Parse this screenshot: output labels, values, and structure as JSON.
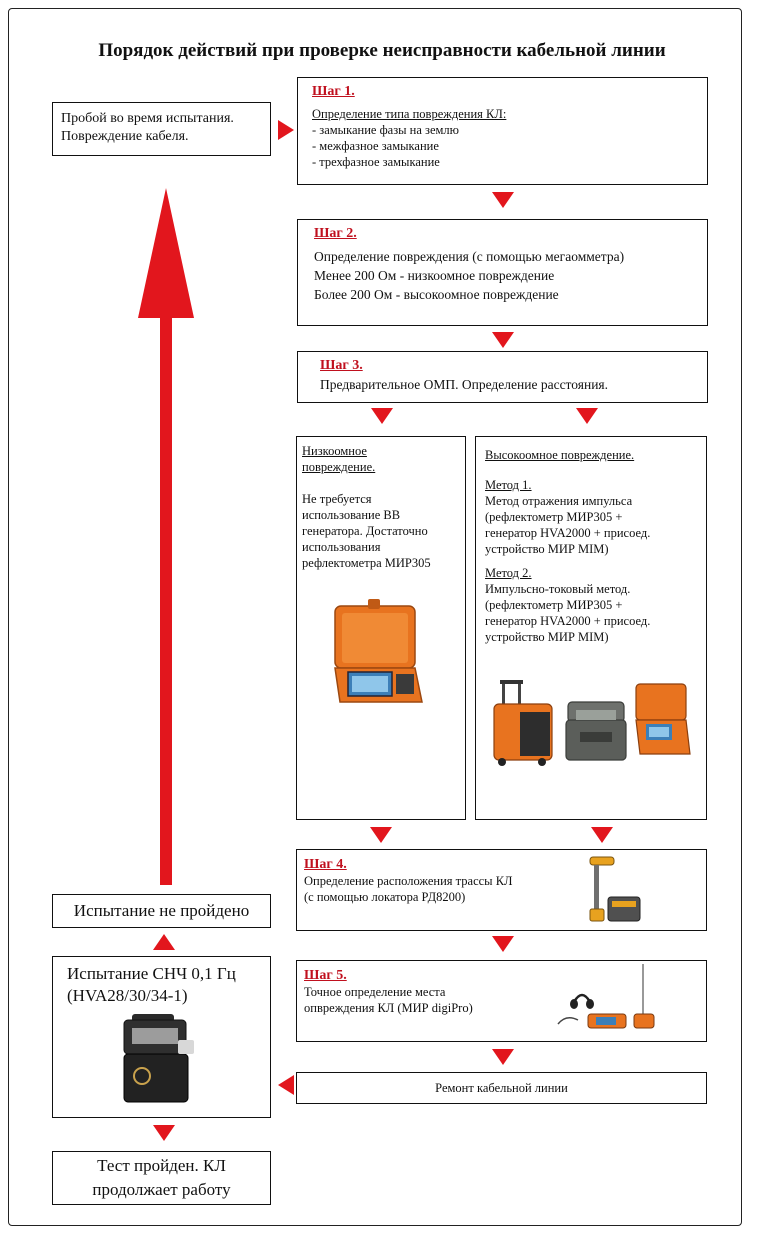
{
  "title": "Порядок действий при проверке неисправности кабельной линии",
  "breakdown_box": {
    "lines": [
      "Пробой во время испытания.",
      "Повреждение кабеля."
    ]
  },
  "step1": {
    "label": "Шаг 1.",
    "heading": "Определение типа повреждения КЛ:",
    "items": [
      "- замыкание фазы на землю",
      "- межфазное замыкание",
      "- трехфазное замыкание"
    ]
  },
  "step2": {
    "label": "Шаг 2.",
    "lines": [
      "Определение повреждения (с помощью мегаомметра)",
      "Менее 200 Ом - низкоомное повреждение",
      "Более 200 Ом - высокоомное повреждение"
    ]
  },
  "step3": {
    "label": "Шаг 3.",
    "text": "Предварительное ОМП. Определение расстояния."
  },
  "low_ohm": {
    "heading_lines": [
      "Низкоомное",
      "повреждение."
    ],
    "body_lines": [
      "Не требуется",
      "использование ВВ",
      "генератора. Достаточно",
      "использования",
      "рефлектометра МИР305"
    ]
  },
  "high_ohm": {
    "heading": "Высокоомное повреждение.",
    "method1": {
      "label": "Метод 1.",
      "lines": [
        "Метод отражения импульса",
        "(рефлектометр МИР305 +",
        "генератор HVA2000 + присоед.",
        "устройство МИР MIM)"
      ]
    },
    "method2": {
      "label": "Метод 2.",
      "lines": [
        "Импульсно-токовый метод.",
        "(рефлектометр МИР305 +",
        "генератор HVA2000 + присоед.",
        "устройство МИР MIM)"
      ]
    }
  },
  "step4": {
    "label": "Шаг 4.",
    "lines": [
      "Определение расположения трассы КЛ",
      "(с помощью локатора РД8200)"
    ]
  },
  "step5": {
    "label": "Шаг 5.",
    "lines": [
      "Точное определение места",
      "опвреждения КЛ (МИР digiPro)"
    ]
  },
  "repair": {
    "text": "Ремонт кабельной линии"
  },
  "test_failed": {
    "text": "Испытание не пройдено"
  },
  "vlf_test": {
    "lines": [
      "Испытание СНЧ 0,1 Гц",
      "(HVA28/30/34-1)"
    ]
  },
  "test_passed": {
    "lines": [
      "Тест пройден. КЛ",
      "продолжает работу"
    ]
  },
  "colors": {
    "arrow": "#e2161d",
    "step_label": "#c0101e",
    "equipment_orange": "#e8731f"
  }
}
